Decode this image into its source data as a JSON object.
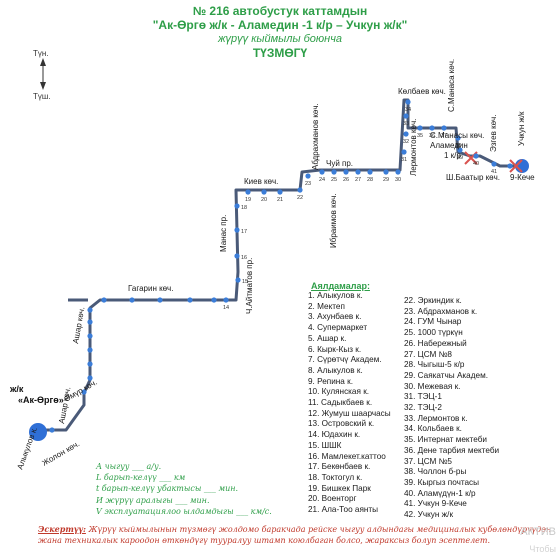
{
  "header": {
    "line1": "№ 216  автобустук каттамдын",
    "line2": "\"Ак-Өргө ж/к  - Аламедин -1 к/р – Учкун ж/к\"",
    "line3": "жүрүү кыймылы боюнча",
    "line4": "ТҮЗМӨГҮ"
  },
  "compass": {
    "north": "Түн.",
    "south": "Түш."
  },
  "streets": {
    "alykulov": "Алыкулов к.",
    "jolon": "Жолон көч.",
    "omur": "Өмүр көч.",
    "ashar1": "Ашар көч.",
    "ashar2": "Ашар көч.",
    "gagarin": "Гагарин  көч.",
    "aitmatov": "Ч.Айтматов пр.",
    "manas": "Манас пр.",
    "kiev": "Киев көч.",
    "abdrakhmanov": "Абдрахманов  көч.",
    "chuy": "Чуй пр.",
    "ibraimov": "Ибраимов көч.",
    "lermontov": "Лермонтов көч.",
    "kolbaev": "Көлбаев көч.",
    "manas2": "С.Манаса көч.",
    "manas3": "С.Манасы көч.",
    "ezgev": "Эзгев көч.",
    "uchkun": "Учкун ж/к",
    "sh_baatyr": "Ш.Баатыр көч.",
    "kv9": "9-Кече",
    "alamedin": "Аламедин\n1 к/р"
  },
  "terminal_start": "ж/к «Ак-Өргө»",
  "stops_title": "Аялдамалар:",
  "stops_col1": [
    "1. Алыкулов к.",
    "2. Мектеп",
    "3. Ахунбаев к.",
    "4. Супермаркет",
    "5. Ашар к.",
    "6. Кырк-Кыз к.",
    "7. Сүрөтчү Академ.",
    "8. Алыкулов к.",
    "9. Репина к.",
    "10. Кулянская к.",
    "11. Садыкбаев к.",
    "12. Жумуш шаарчасы",
    "13. Островский к.",
    "14. Юдахин к.",
    "15. ШШК",
    "16. Мамлекет.каттоо",
    "17. Бекөнбаев к.",
    "18. Токтогул к.",
    "19. Бишкек Парк",
    "20. Военторг",
    "21. Ала-Тоо аянты"
  ],
  "stops_col2": [
    "22. Эркиндик к.",
    "23. Абдрахманов к.",
    "24. ГУМ Чынар",
    "25. 1000 түркүн",
    "26. Набережный",
    "27. ЦСМ №8",
    "28. Чыгыш-5 к/р",
    "29. Саякатчы Академ.",
    "30. Межевая к.",
    "31. ТЭЦ-1",
    "32. ТЭЦ-2",
    "33. Лермонтов к.",
    "34. Кольбаев к.",
    "35. Интернат мектеби",
    "36. Дене тарбия мектеби",
    "37. ЦСМ №5",
    "38. Чоллон б-ры",
    "39. Кыргыз почтасы",
    "40. Аламүдүн-1 к/р",
    "41. Учкун 9-Кече",
    "42. Учкун ж/к"
  ],
  "legend": {
    "l1": "А чыгуу ___ а/у.",
    "l2": "L барып-келүү ___ км",
    "l3": "t барып-келүү убактысы ___ мин.",
    "l4": "И жүрүү аралыгы ___ мин.",
    "l5": "V эксплуатациялоо ылдамдыгы ___ км/с."
  },
  "note": {
    "label": "Эскертүү:",
    "text": " Жүрүү кыймылынын түзмөгү жолдомо баракчада рейске чыгуу алдындагы медициналык кубөлөндүрүүдөн жана техникалык кароодон өткөндүгү тууралуу штамп коюлбаган болсо, жараксыз болуп эсептелет."
  },
  "watermark": {
    "w1": "АКТИВ",
    "w2": "Чтобы"
  },
  "stop_numbers": [
    "1",
    "2",
    "3",
    "4",
    "5",
    "6",
    "7",
    "8",
    "9",
    "10",
    "11",
    "12",
    "13",
    "14",
    "15",
    "16",
    "17",
    "18",
    "19",
    "20",
    "21",
    "22",
    "23",
    "24",
    "25",
    "26",
    "27",
    "28",
    "29",
    "30",
    "31",
    "32",
    "33",
    "34",
    "35",
    "36",
    "37",
    "38",
    "39",
    "40",
    "41",
    "42"
  ],
  "colors": {
    "title": "#2e9e48",
    "route": "#4a5a78",
    "stop": "#3b7dd8",
    "terminal": "#2f6fd6",
    "cross": "#d9534f",
    "note": "#c0392b"
  }
}
